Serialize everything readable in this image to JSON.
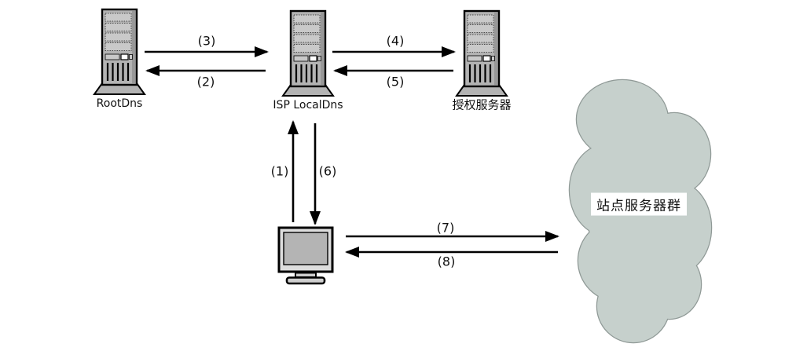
{
  "diagram": {
    "description": "DNS resolution flow diagram",
    "nodes": {
      "root_dns": {
        "label": "RootDns"
      },
      "isp_local_dns": {
        "label": "ISP LocalDns"
      },
      "auth_server": {
        "label": "授权服务器"
      },
      "site_cluster": {
        "label": "站点服务器群"
      }
    },
    "arrows": [
      {
        "label": "(1)",
        "from": "client",
        "to": "isp_local_dns",
        "direction": "up"
      },
      {
        "label": "(2)",
        "from": "isp_local_dns",
        "to": "root_dns",
        "direction": "left"
      },
      {
        "label": "(3)",
        "from": "root_dns",
        "to": "isp_local_dns",
        "direction": "right"
      },
      {
        "label": "(4)",
        "from": "isp_local_dns",
        "to": "auth_server",
        "direction": "right"
      },
      {
        "label": "(5)",
        "from": "auth_server",
        "to": "isp_local_dns",
        "direction": "left"
      },
      {
        "label": "(6)",
        "from": "isp_local_dns",
        "to": "client",
        "direction": "down"
      },
      {
        "label": "(7)",
        "from": "client",
        "to": "site_cluster",
        "direction": "right"
      },
      {
        "label": "(8)",
        "from": "site_cluster",
        "to": "client",
        "direction": "left"
      }
    ],
    "colors": {
      "background": "#ffffff",
      "arrow": "#000000",
      "device_body": "#b3b3b3",
      "device_bay": "#c9c9c9",
      "cloud_fill": "#c6d0cc",
      "cloud_stroke": "#8f9996"
    }
  }
}
